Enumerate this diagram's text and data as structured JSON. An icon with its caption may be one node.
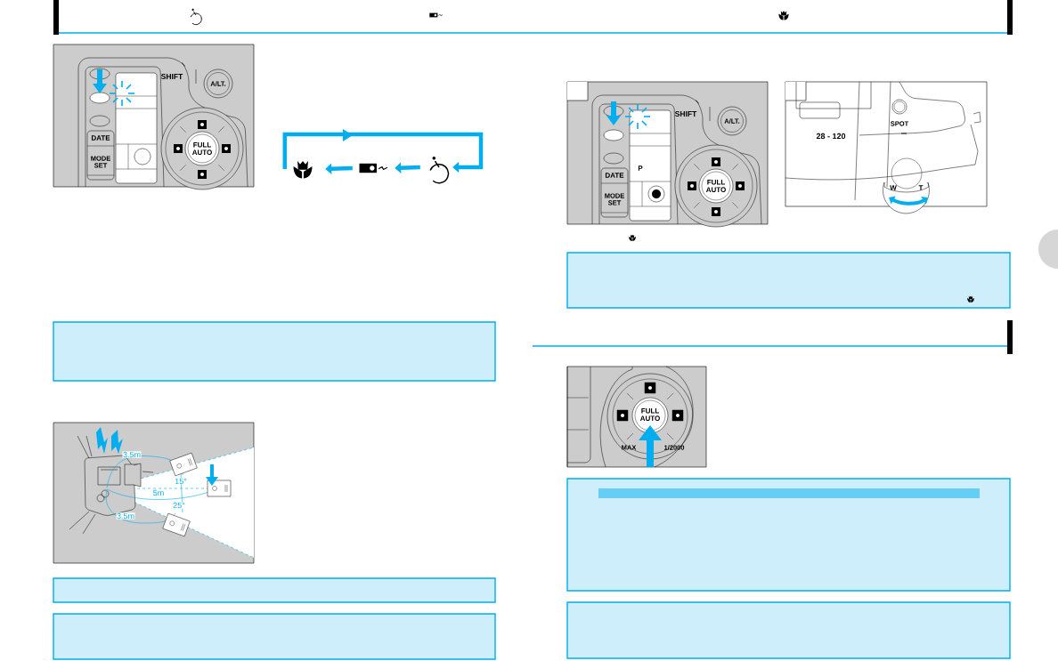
{
  "diagram": {
    "nodes": [
      {
        "text": [],
        "shape": "icon"
      },
      {
        "text": [],
        "shape": "icon"
      },
      {
        "text": [],
        "shape": "icon"
      },
      {
        "text": [],
        "shape": "box"
      },
      {
        "text": [],
        "shape": "box"
      },
      {
        "text": [],
        "shape": "box"
      },
      {
        "text": [],
        "shape": "box"
      },
      {
        "text": [],
        "shape": "box"
      },
      {
        "text": [],
        "shape": "box"
      }
    ],
    "edges": [
      {
        "from": 2,
        "to": 1,
        "arrow": "to"
      },
      {
        "from": 1,
        "to": 0,
        "arrow": "to"
      },
      {
        "from": 0,
        "to": 2,
        "arrow": "to"
      }
    ],
    "labels": [
      "SHIFT",
      "A/LT.",
      "DATE",
      "MODE SET",
      "FULL AUTO",
      "SHIFT",
      "A/LT.",
      "DATE",
      "MODE SET",
      "P",
      "FULL AUTO",
      "28 - 120",
      "SPOT",
      "W",
      "T",
      "3.5m",
      "15°",
      "5m",
      "25°",
      "3.5m",
      "FULL AUTO",
      "MAX",
      "1/2000"
    ]
  }
}
